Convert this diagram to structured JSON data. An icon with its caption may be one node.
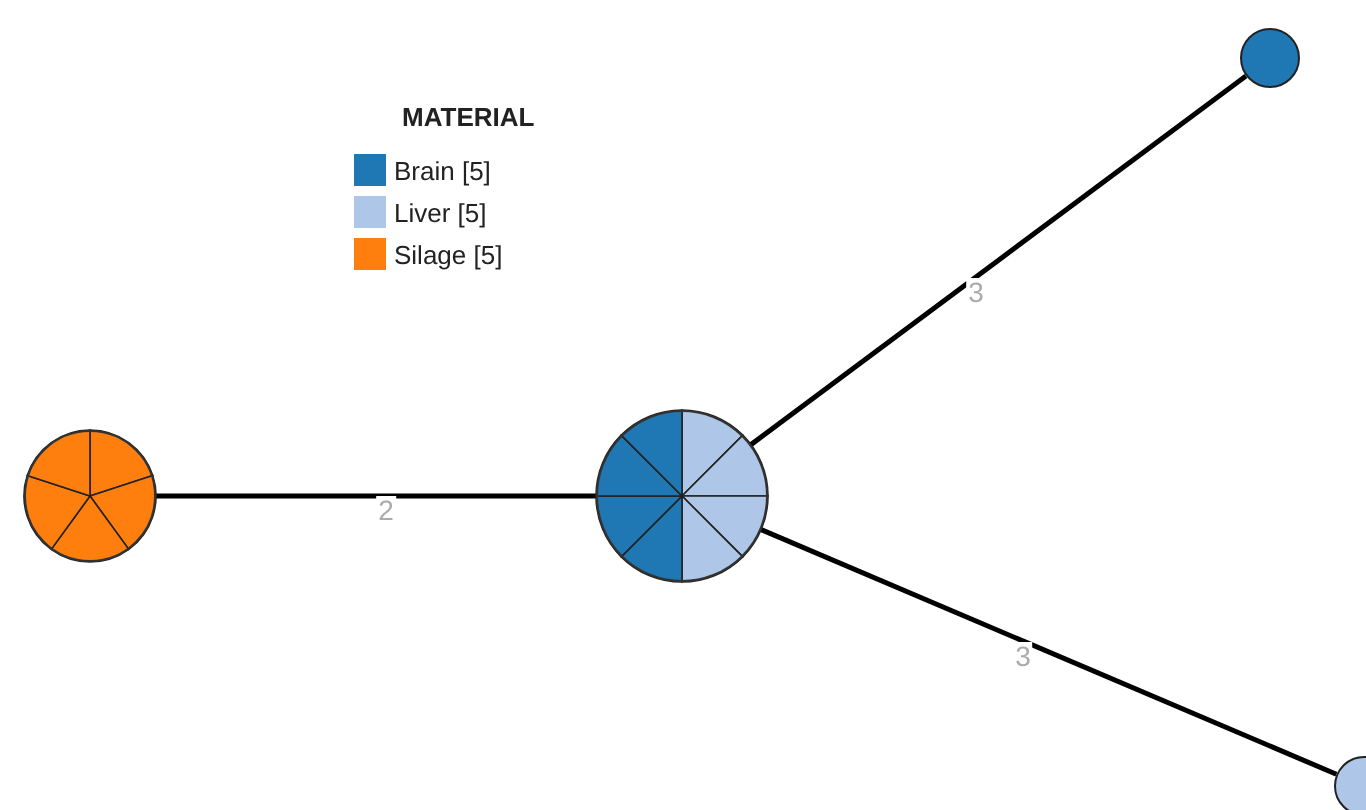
{
  "diagram": {
    "nodes": [
      {
        "text": [],
        "shape": "circle"
      },
      {
        "text": [],
        "shape": "circle"
      },
      {
        "text": [],
        "shape": "circle"
      },
      {
        "text": [],
        "shape": "circle"
      }
    ],
    "edges": [
      {
        "from": 0,
        "to": 1,
        "arrow": "none",
        "label": "2"
      },
      {
        "from": 1,
        "to": 2,
        "arrow": "none",
        "label": "3"
      },
      {
        "from": 1,
        "to": 3,
        "arrow": "none",
        "label": "3"
      }
    ],
    "labels": [
      "MATERIAL"
    ],
    "legend": [
      {
        "text": "Brain [5]",
        "color": "#1f77b4"
      },
      {
        "text": "Liver [5]",
        "color": "#aec7e8"
      },
      {
        "text": "Silage [5]",
        "color": "#ff7f0e"
      }
    ]
  }
}
